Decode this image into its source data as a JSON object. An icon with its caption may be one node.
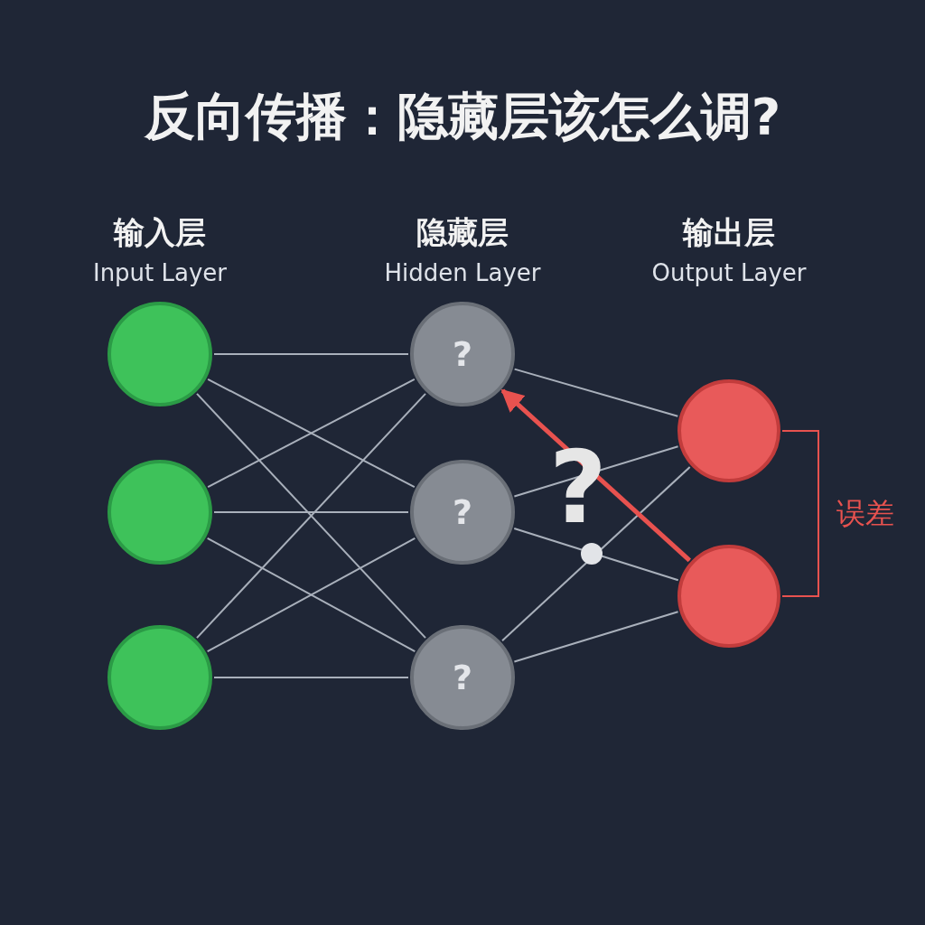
{
  "diagram": {
    "title": "反向传播：隐藏层该怎么调?",
    "nodes": [
      {
        "text": [],
        "shape": "circle"
      },
      {
        "text": [],
        "shape": "circle"
      },
      {
        "text": [],
        "shape": "circle"
      },
      {
        "text": [
          "?"
        ]
      },
      {
        "text": [
          "?"
        ]
      },
      {
        "text": [
          "?"
        ]
      },
      {
        "text": [],
        "shape": "circle"
      },
      {
        "text": [],
        "shape": "circle"
      }
    ],
    "edges": [
      {
        "from": 0,
        "to": 3,
        "arrow": "none"
      },
      {
        "from": 0,
        "to": 4,
        "arrow": "none"
      },
      {
        "from": 0,
        "to": 5,
        "arrow": "none"
      },
      {
        "from": 1,
        "to": 3,
        "arrow": "none"
      },
      {
        "from": 1,
        "to": 4,
        "arrow": "none"
      },
      {
        "from": 1,
        "to": 5,
        "arrow": "none"
      },
      {
        "from": 2,
        "to": 3,
        "arrow": "none"
      },
      {
        "from": 2,
        "to": 4,
        "arrow": "none"
      },
      {
        "from": 2,
        "to": 5,
        "arrow": "none"
      },
      {
        "from": 3,
        "to": 6,
        "arrow": "none"
      },
      {
        "from": 3,
        "to": 7,
        "arrow": "none"
      },
      {
        "from": 4,
        "to": 6,
        "arrow": "none"
      },
      {
        "from": 4,
        "to": 7,
        "arrow": "none"
      },
      {
        "from": 5,
        "to": 6,
        "arrow": "none"
      },
      {
        "from": 5,
        "to": 7,
        "arrow": "none"
      },
      {
        "from": 7,
        "to": 3,
        "arrow": "to",
        "style": "thick",
        "color": "#e8524f"
      },
      {
        "from": 6,
        "to": 7,
        "arrow": "none",
        "label": "误差",
        "color": "#e8524f"
      }
    ],
    "labels": [
      "输入层",
      "Input Layer",
      "隐藏层",
      "Hidden Layer",
      "输出层",
      "Output Layer",
      "?"
    ]
  }
}
